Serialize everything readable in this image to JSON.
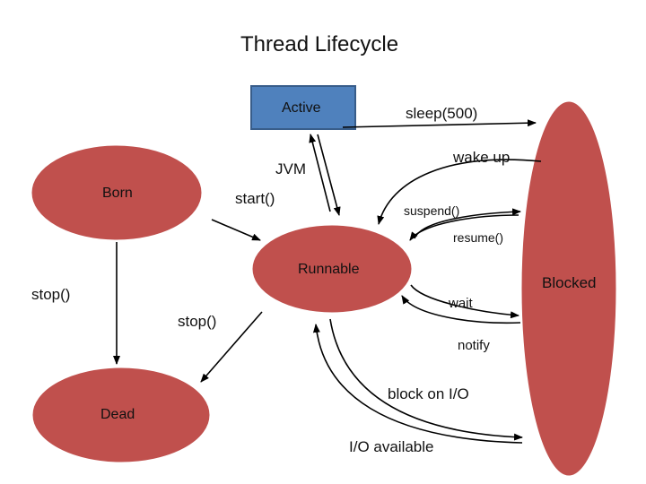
{
  "title": "Thread Lifecycle",
  "colors": {
    "state_fill": "#c0504d",
    "state_border": "#ffffff",
    "active_fill": "#4f81bd",
    "active_border": "#385d8a",
    "arrow": "#000000"
  },
  "states": {
    "active": "Active",
    "born": "Born",
    "runnable": "Runnable",
    "dead": "Dead",
    "blocked": "Blocked"
  },
  "transitions": {
    "sleep": "sleep(500)",
    "wake_up": "wake up",
    "jvm": "JVM",
    "start": "start()",
    "suspend": "suspend()",
    "resume": "resume()",
    "stop_left": "stop()",
    "stop_center": "stop()",
    "wait": "wait",
    "notify": "notify",
    "block_io": "block on I/O",
    "io_available": "I/O available"
  }
}
